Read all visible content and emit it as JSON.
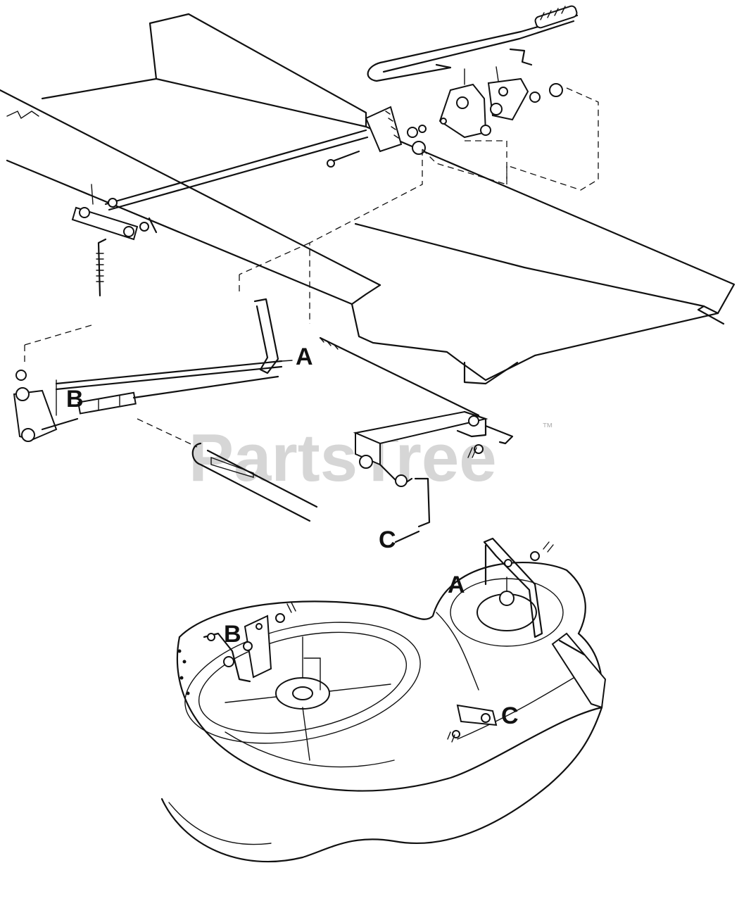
{
  "callouts": {
    "upper_a": "A",
    "upper_b": "B",
    "upper_c": "C",
    "lower_a": "A",
    "lower_b": "B",
    "lower_c": "C"
  },
  "watermark": {
    "text": "PartsTree",
    "trademark": "™"
  }
}
